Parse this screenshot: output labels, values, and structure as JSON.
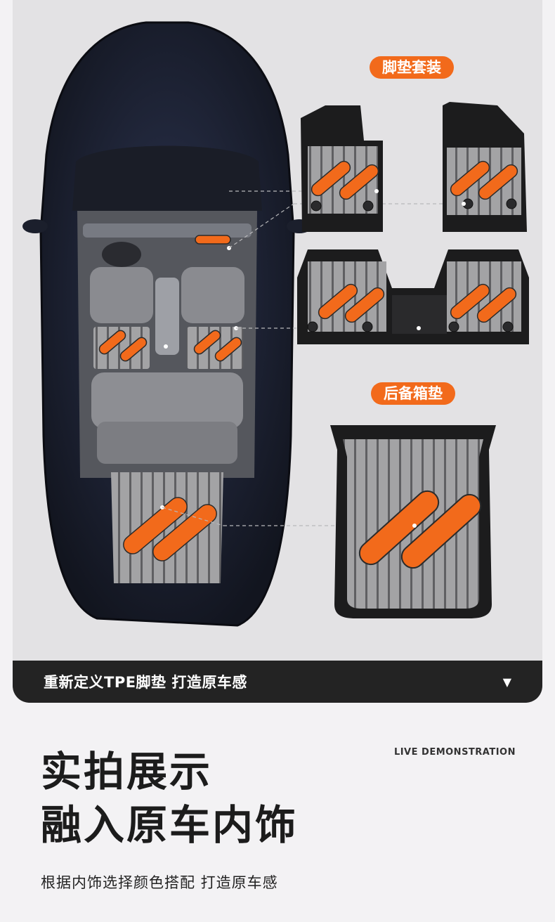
{
  "labels": {
    "floor_mat_set": "脚垫套装",
    "trunk_mat": "后备箱垫"
  },
  "banner": {
    "text": "重新定义TPE脚垫 打造原车感",
    "arrow": "▼"
  },
  "section": {
    "subtitle_en": "LIVE DEMONSTRATION",
    "title_line1": "实拍展示",
    "title_line2": "融入原车内饰",
    "tagline": "根据内饰选择颜色搭配 打造原车感"
  },
  "colors": {
    "accent": "#f26a1b",
    "car_body": "#1e2438",
    "mat_gray": "#9a9a9c",
    "banner_bg": "#232323"
  }
}
